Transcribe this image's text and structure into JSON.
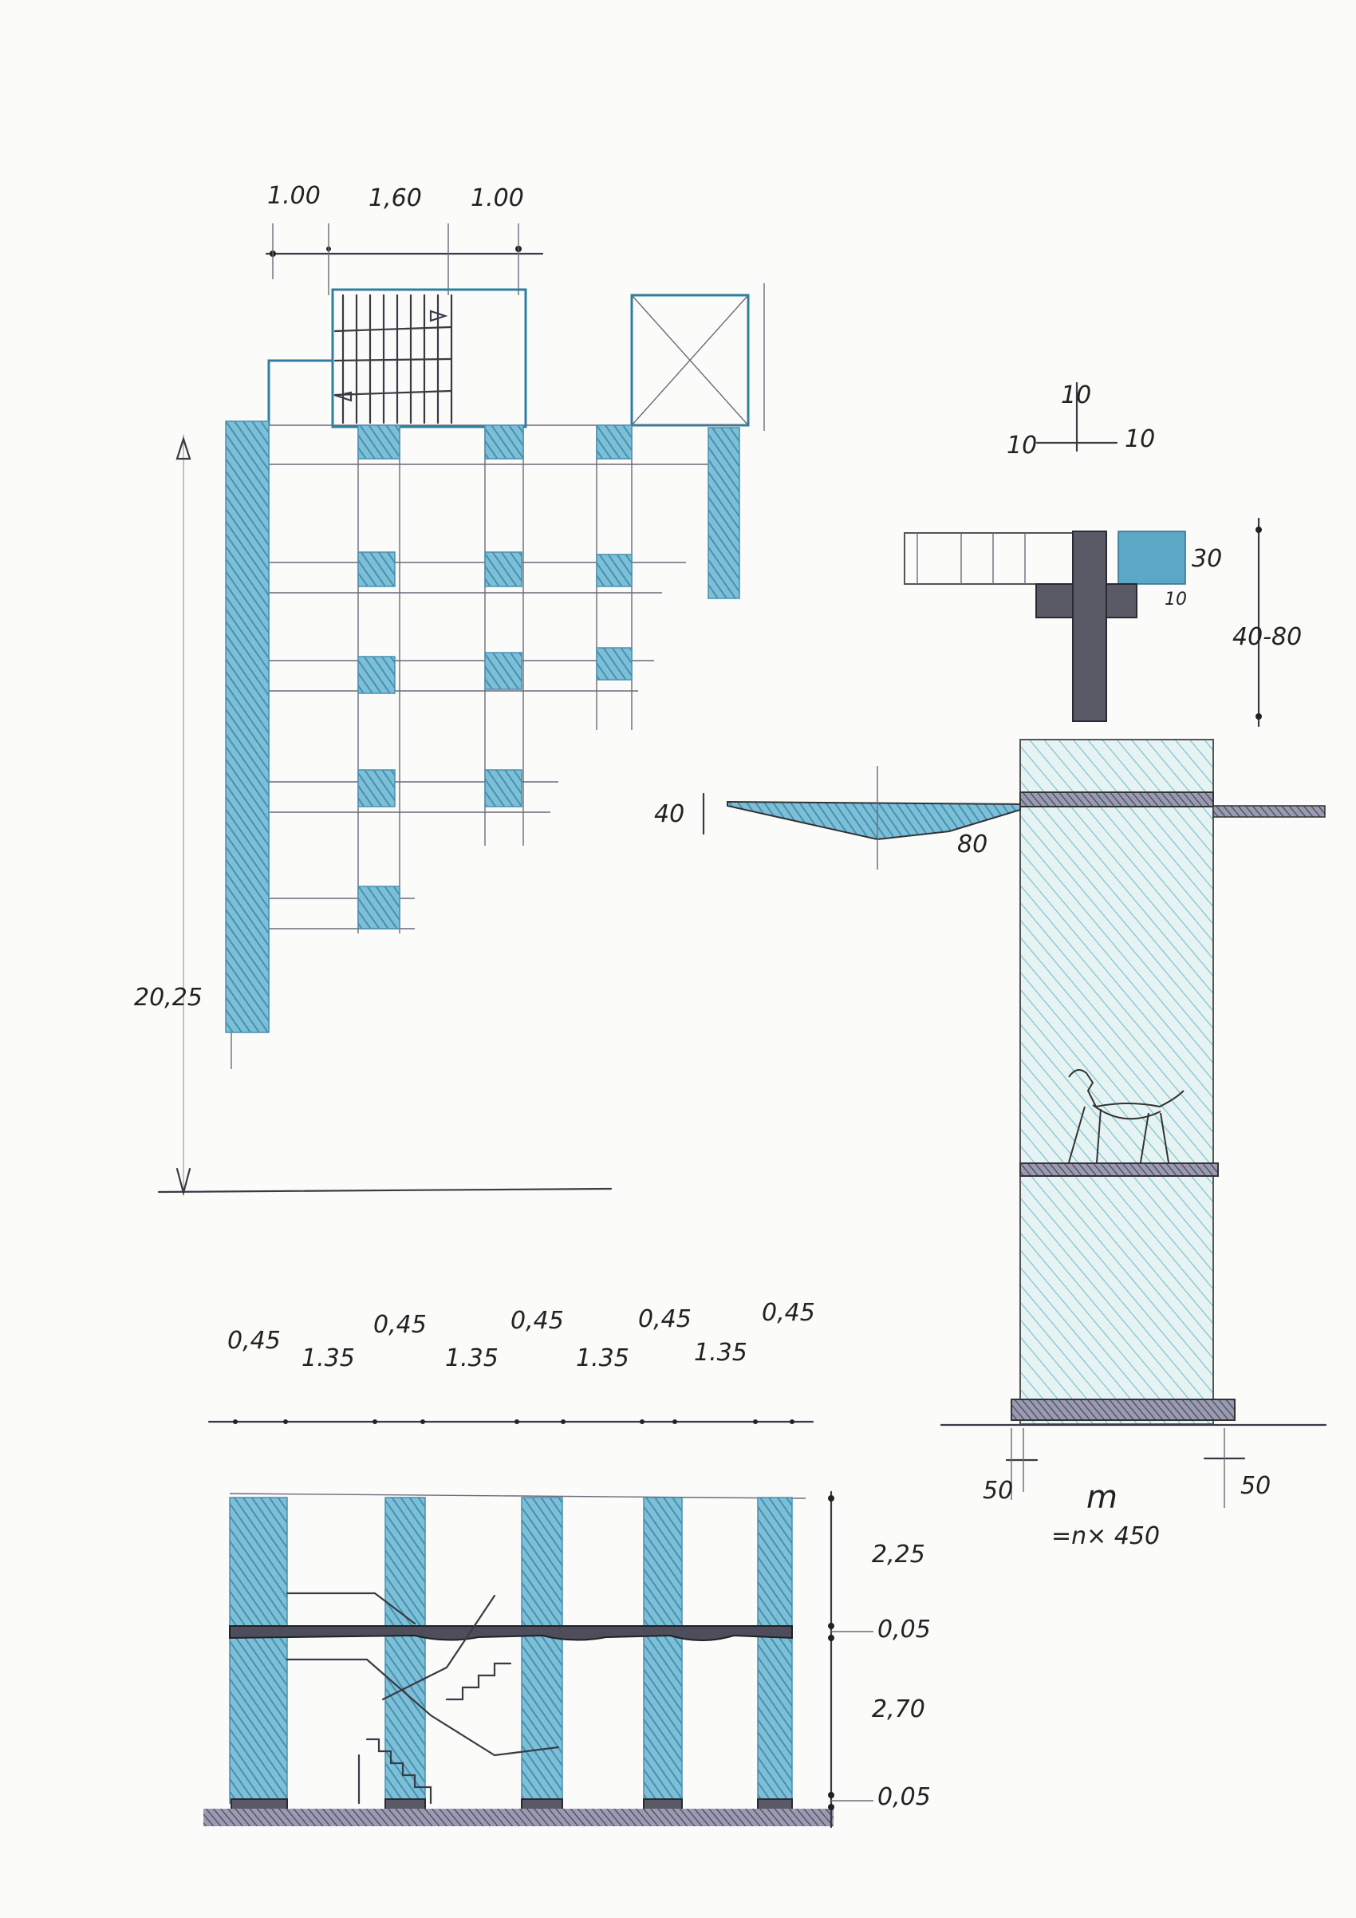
{
  "plan": {
    "dims_top": [
      "1.00",
      "1,60",
      "1.00"
    ],
    "dim_left": "20,25"
  },
  "detail": {
    "dims_top": [
      "10",
      "10",
      "10"
    ],
    "dim_30": "30",
    "dim_10": "10",
    "dim_depth": "40-80",
    "cantilever_40": "40",
    "cantilever_80": "80",
    "base_left": "50",
    "base_right": "50",
    "span_label": "m",
    "span_formula": "=n× 450"
  },
  "section": {
    "dims_top": [
      "0,45",
      "1.35",
      "0,45",
      "1.35",
      "0,45",
      "1.35",
      "0,45",
      "1.35",
      "0,45"
    ],
    "dims_right": [
      "2,25",
      "0,05",
      "2,70",
      "0,05"
    ]
  },
  "colors": {
    "pencil_blue": "#5aa7c6",
    "graphite": "#3a3a44",
    "paper": "#fbfbfa"
  }
}
